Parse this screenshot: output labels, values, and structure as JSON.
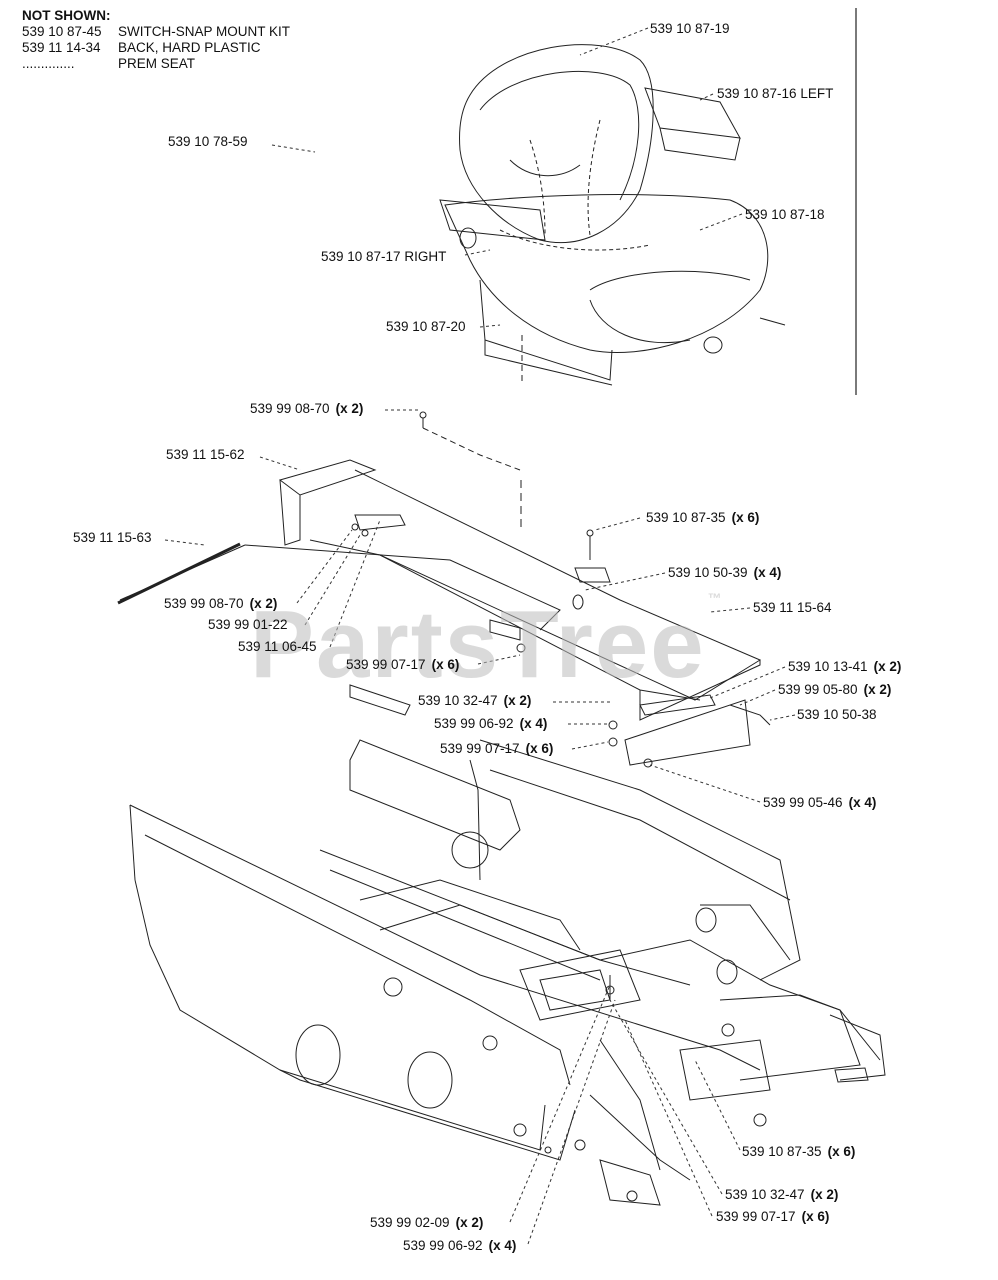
{
  "not_shown": {
    "heading": "NOT SHOWN:",
    "items": [
      {
        "num": "539 10 87-45",
        "desc": "SWITCH-SNAP MOUNT KIT"
      },
      {
        "num": "539 11 14-34",
        "desc": "BACK, HARD PLASTIC"
      },
      {
        "num": "..............",
        "desc": "PREM SEAT"
      }
    ]
  },
  "watermark": {
    "text": "PartsTree",
    "tm": "™"
  },
  "labels": [
    {
      "text": "539 10 87-19",
      "qty": ""
    },
    {
      "text": "539 10 87-16 LEFT",
      "qty": ""
    },
    {
      "text": "539 10 78-59",
      "qty": ""
    },
    {
      "text": "539 10 87-18",
      "qty": ""
    },
    {
      "text": "539 10 87-17 RIGHT",
      "qty": ""
    },
    {
      "text": "539 10 87-20",
      "qty": ""
    },
    {
      "text": "539 99 08-70",
      "qty": "(x 2)"
    },
    {
      "text": "539 11 15-62",
      "qty": ""
    },
    {
      "text": "539 10 87-35",
      "qty": "(x 6)"
    },
    {
      "text": "539 11 15-63",
      "qty": ""
    },
    {
      "text": "539 10 50-39",
      "qty": "(x 4)"
    },
    {
      "text": "539 11 15-64",
      "qty": ""
    },
    {
      "text": "539 99 08-70",
      "qty": "(x 2)"
    },
    {
      "text": "539 99 01-22",
      "qty": ""
    },
    {
      "text": "539 11 06-45",
      "qty": ""
    },
    {
      "text": "539 99 07-17",
      "qty": "(x 6)"
    },
    {
      "text": "539 10 13-41",
      "qty": "(x 2)"
    },
    {
      "text": "539 99 05-80",
      "qty": "(x 2)"
    },
    {
      "text": "539 10 32-47",
      "qty": "(x 2)"
    },
    {
      "text": "539 10 50-38",
      "qty": ""
    },
    {
      "text": "539 99 06-92",
      "qty": "(x 4)"
    },
    {
      "text": "539 99 07-17",
      "qty": "(x 6)"
    },
    {
      "text": "539 99 05-46",
      "qty": "(x 4)"
    },
    {
      "text": "539 10 87-35",
      "qty": "(x 6)"
    },
    {
      "text": "539 10 32-47",
      "qty": "(x 2)"
    },
    {
      "text": "539 99 07-17",
      "qty": "(x 6)"
    },
    {
      "text": "539 99 02-09",
      "qty": "(x 2)"
    },
    {
      "text": "539 99 06-92",
      "qty": "(x 4)"
    }
  ]
}
